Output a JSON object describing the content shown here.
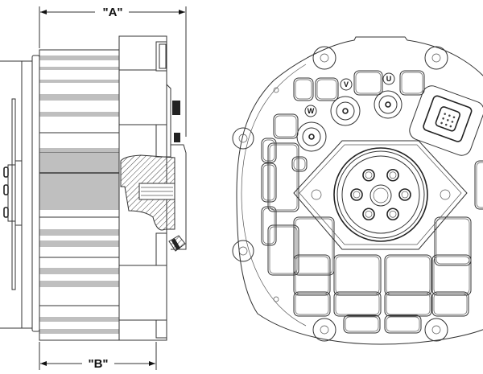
{
  "dimensions": {
    "a_label": "\"A\"",
    "b_label": "\"B\""
  },
  "terminals": [
    {
      "label": "U"
    },
    {
      "label": "V"
    },
    {
      "label": "W"
    }
  ],
  "colors": {
    "line": "#333333",
    "background": "#ffffff"
  }
}
